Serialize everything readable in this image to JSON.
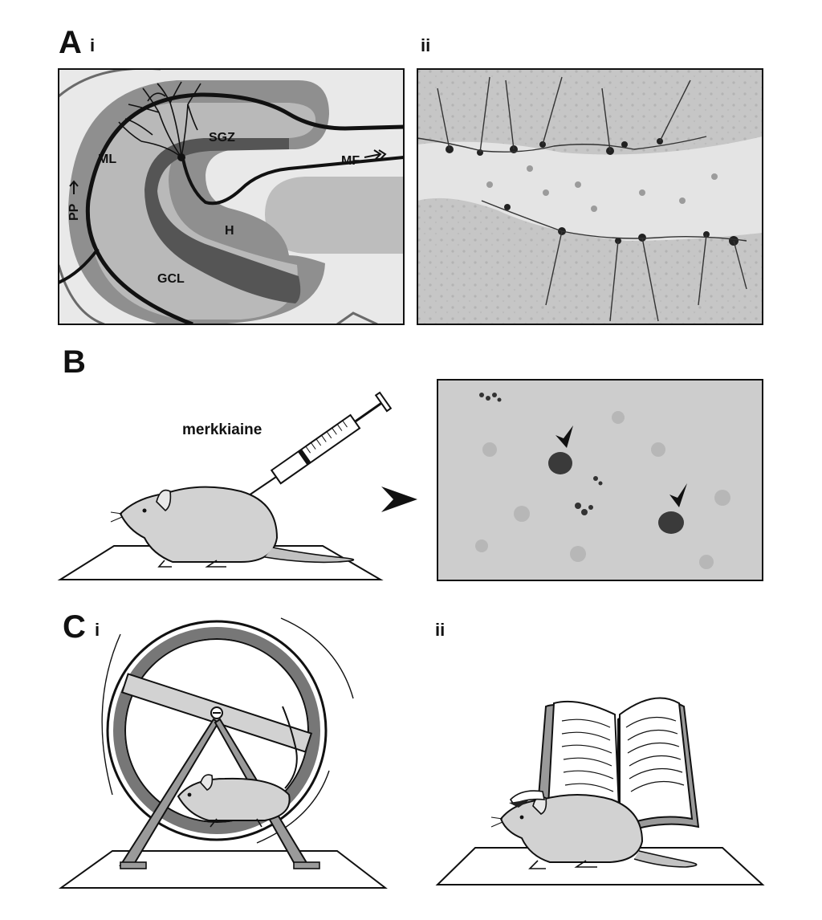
{
  "panels": {
    "a": {
      "letter": "A",
      "sub_i": "i",
      "sub_ii": "ii",
      "regions": {
        "ml": "ML",
        "sgz": "SGZ",
        "mf": "MF",
        "pp": "PP",
        "h": "H",
        "gcl": "GCL"
      }
    },
    "b": {
      "letter": "B",
      "drug": "merkkiaine"
    },
    "c": {
      "letter": "C",
      "sub_i": "i",
      "sub_ii": "ii"
    }
  },
  "colors": {
    "background": "#ffffff",
    "ink": "#111111",
    "panel_fill": "#e9e9e9",
    "ml_band": "#8f8f8f",
    "gcl_band": "#b9b9b9",
    "sgz_band": "#555555",
    "photo_bg": "#c8c8c8",
    "rat_fill": "#d2d2d2"
  }
}
